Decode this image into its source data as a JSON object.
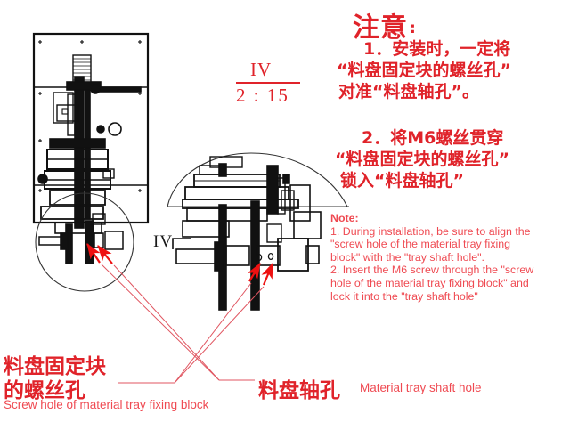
{
  "document": {
    "kind": "technical-assembly-drawing",
    "colors": {
      "annotation_red": "#e0232a",
      "note_red": "#ef4a52",
      "drawing_black": "#111111",
      "leader_line": "#e05560",
      "background": "#ffffff"
    }
  },
  "section_callout": {
    "view_id": "IV",
    "scale": "2 : 15",
    "detail_marker": "IV"
  },
  "notice": {
    "title": "注意",
    "title_colon": ":",
    "item1": {
      "line1": "1．安装时，一定将",
      "line2": "“料盘固定块的螺丝孔”",
      "line3": "对准“料盘轴孔”。"
    },
    "item2": {
      "line1": "2．将M6螺丝贯穿",
      "line2": "“料盘固定块的螺丝孔”",
      "line3": "锁入“料盘轴孔”"
    }
  },
  "note_en": {
    "heading": "Note:",
    "lines": [
      "1. During installation, be sure to align the",
      "\"screw hole of the material tray fixing",
      "block\" with the \"tray shaft hole\".",
      "2. Insert the M6 screw through the \"screw",
      "hole of the material tray fixing block\" and",
      "lock it into the \"tray shaft hole\""
    ]
  },
  "labels": {
    "screw_hole": {
      "cn_line1": "料盘固定块",
      "cn_line2": "的螺丝孔",
      "en": "Screw hole of material tray fixing block"
    },
    "shaft_hole": {
      "cn": "料盘轴孔",
      "en": "Material tray shaft hole"
    }
  }
}
